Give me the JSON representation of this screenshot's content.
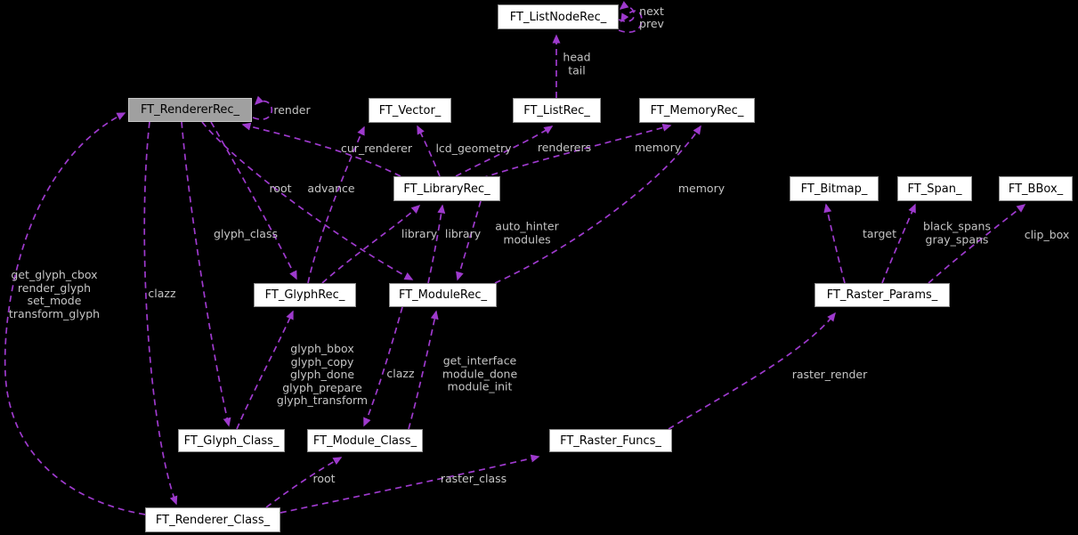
{
  "colors": {
    "background": "#000000",
    "edge": "#9e3acd",
    "node_fill": "#ffffff",
    "node_border": "#8f8f8f",
    "highlight_fill": "#a0a0a0",
    "label_text": "#c5c5c5"
  },
  "nodes": [
    {
      "label": "FT_ListNodeRec_"
    },
    {
      "label": "FT_RendererRec_"
    },
    {
      "label": "FT_Vector_"
    },
    {
      "label": "FT_ListRec_"
    },
    {
      "label": "FT_MemoryRec_"
    },
    {
      "label": "FT_LibraryRec_"
    },
    {
      "label": "FT_Bitmap_"
    },
    {
      "label": "FT_Span_"
    },
    {
      "label": "FT_BBox_"
    },
    {
      "label": "FT_GlyphRec_"
    },
    {
      "label": "FT_ModuleRec_"
    },
    {
      "label": "FT_Raster_Params_"
    },
    {
      "label": "FT_Glyph_Class_"
    },
    {
      "label": "FT_Module_Class_"
    },
    {
      "label": "FT_Raster_Funcs_"
    },
    {
      "label": "FT_Renderer_Class_"
    }
  ],
  "edge_labels": [
    {
      "text": "next"
    },
    {
      "text": "prev"
    },
    {
      "text": "head\ntail"
    },
    {
      "text": "render"
    },
    {
      "text": "cur_renderer"
    },
    {
      "text": "lcd_geometry"
    },
    {
      "text": "renderers"
    },
    {
      "text": "memory"
    },
    {
      "text": "root"
    },
    {
      "text": "advance"
    },
    {
      "text": "memory"
    },
    {
      "text": "glyph_class"
    },
    {
      "text": "library"
    },
    {
      "text": "library"
    },
    {
      "text": "auto_hinter\nmodules"
    },
    {
      "text": "clazz"
    },
    {
      "text": "get_glyph_cbox\nrender_glyph\nset_mode\ntransform_glyph"
    },
    {
      "text": "glyph_bbox\nglyph_copy\nglyph_done\nglyph_prepare\nglyph_transform"
    },
    {
      "text": "clazz"
    },
    {
      "text": "get_interface\nmodule_done\nmodule_init"
    },
    {
      "text": "target"
    },
    {
      "text": "black_spans\ngray_spans"
    },
    {
      "text": "clip_box"
    },
    {
      "text": "raster_render"
    },
    {
      "text": "root"
    },
    {
      "text": "raster_class"
    }
  ]
}
